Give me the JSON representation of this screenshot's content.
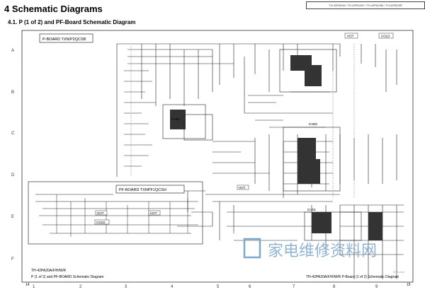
{
  "header": {
    "section_title": "4 Schematic Diagrams",
    "subsection_title": "4.1. P (1 of 2) and PF-Board Schematic Diagram",
    "model_bar": "TH-42PA20A / TH-42PA20H / TH-42PA20M / TH-42PA20R"
  },
  "grid": {
    "rows": [
      "A",
      "B",
      "C",
      "D",
      "E",
      "F"
    ],
    "cols": [
      "1",
      "2",
      "3",
      "4",
      "5",
      "6",
      "7",
      "8",
      "9"
    ]
  },
  "labels": {
    "p_board": "P-BOARD TXN/P2QCSB",
    "pf_board": "PF-BOARD TXNPF1QCSH",
    "hot_1": "HOT",
    "cold_1": "COLD",
    "hot_2": "HOT",
    "hot_3": "HOT",
    "cold_2": "COLD",
    "hot_4": "HOT",
    "ic_451": "IC451",
    "ic_550": "IC550",
    "ic_401": "IC401"
  },
  "footer": {
    "left_model": "TH-42PA20A/F/H/M/R",
    "left_caption": "P (1 of 2) and PF-BOARD Schematic Diagram",
    "right_caption": "TH-42PA20A/F/H/M/R P-Board (1 of 2) Schematic Diagram",
    "page_left": "14",
    "page_right": "15"
  },
  "watermark": {
    "text_cn": "家电维修资料网",
    "url": "52jb.com"
  }
}
